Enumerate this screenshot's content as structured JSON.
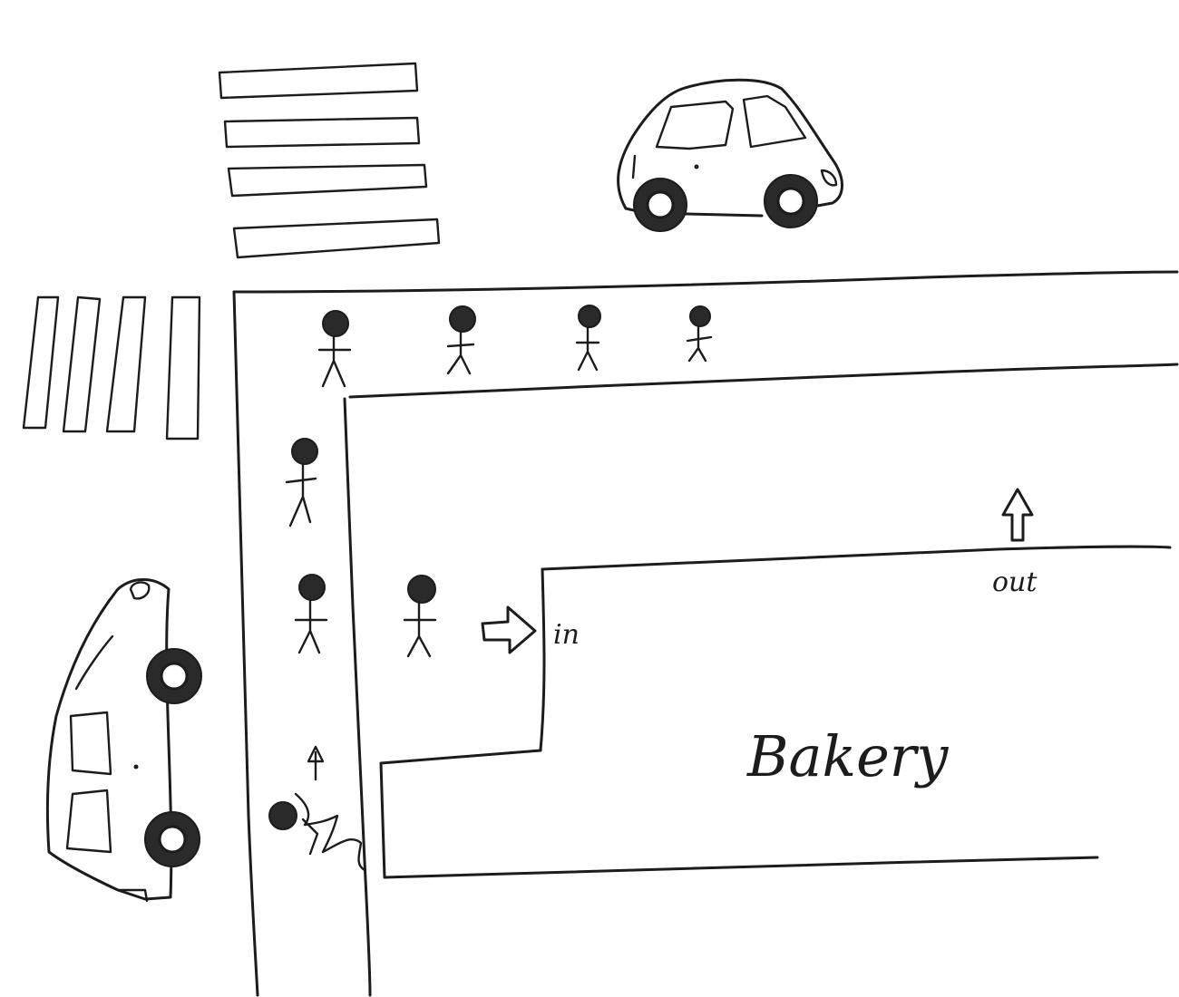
{
  "labels": {
    "entrance": "in",
    "exit": "out",
    "shop": "Bakery"
  },
  "icons": [
    "pedestrian-icon",
    "car-icon",
    "crosswalk",
    "arrow-icon",
    "cyclist-icon"
  ],
  "colors": {
    "ink": "#1c1c1c",
    "paper": "#ffffff"
  }
}
